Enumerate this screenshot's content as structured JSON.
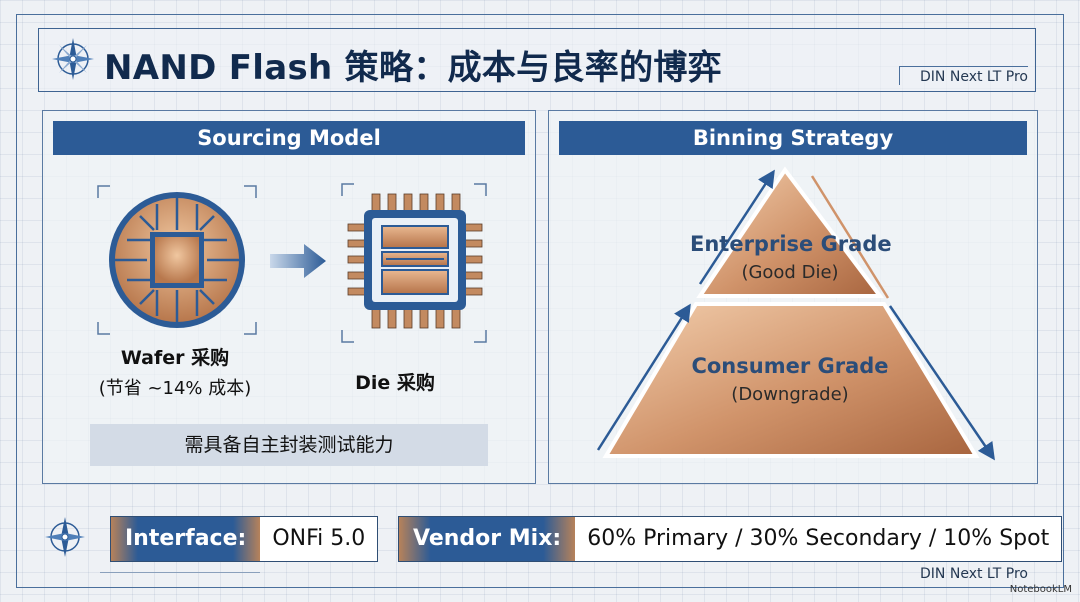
{
  "header": {
    "title": "NAND Flash 策略：成本与良率的博弈",
    "font_tag_top": "DIN Next LT Pro",
    "font_tag_bottom": "DIN Next LT Pro",
    "credit": "NotebookLM",
    "icon": "compass-rose-icon"
  },
  "sourcing": {
    "header": "Sourcing Model",
    "wafer_label": "Wafer 采购",
    "wafer_sub": "(节省 ~14% 成本)",
    "die_label": "Die 采购",
    "requirement": "需具备自主封装测试能力",
    "icons": [
      "wafer-icon",
      "arrow-right-icon",
      "chip-icon"
    ]
  },
  "binning": {
    "header": "Binning Strategy",
    "top_title": "Enterprise Grade",
    "top_sub": "(Good Die)",
    "bottom_title": "Consumer Grade",
    "bottom_sub": "(Downgrade)"
  },
  "specs": {
    "interface_label": "Interface:",
    "interface_value": "ONFi 5.0",
    "vendor_label": "Vendor Mix:",
    "vendor_value": "60% Primary / 30% Secondary / 10% Spot"
  },
  "colors": {
    "accent_blue": "#2c5b96",
    "copper": "#c4875a",
    "navy": "#112a4d"
  }
}
